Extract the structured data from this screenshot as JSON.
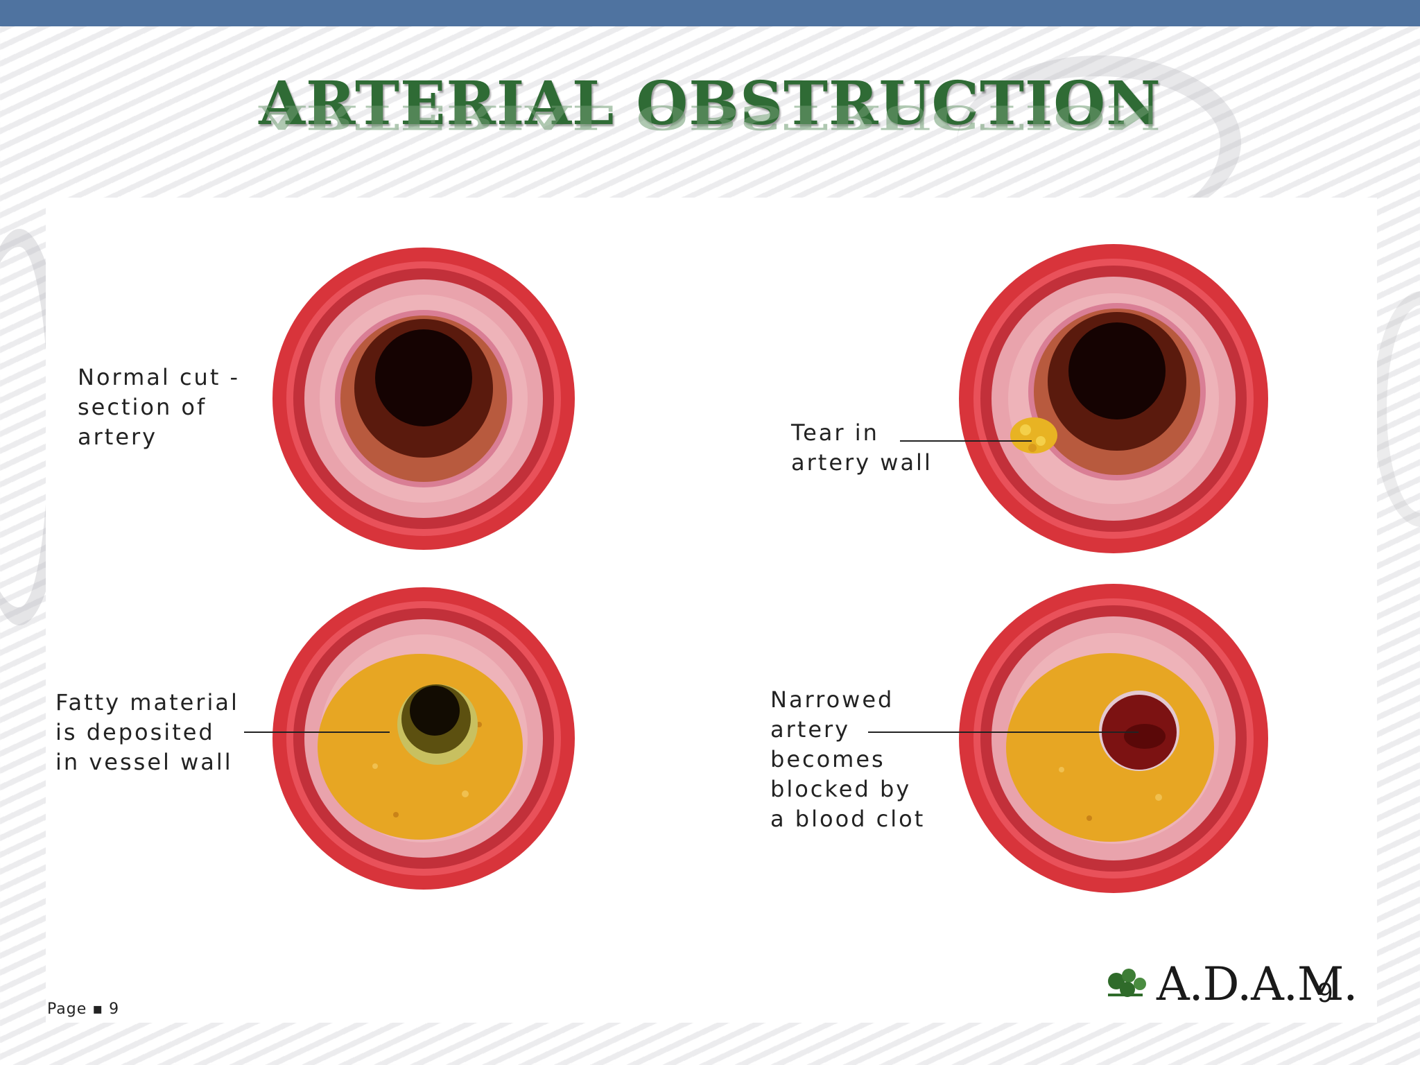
{
  "slide": {
    "title": "ARTERIAL OBSTRUCTION",
    "page_label": "Page ▪ 9",
    "page_number": "9",
    "accent_color": "#4f73a0",
    "title_color": "#2f6b35"
  },
  "figure": {
    "panels": [
      {
        "id": "normal",
        "label": "Normal cut -\nsection of\nartery"
      },
      {
        "id": "tear",
        "label": "Tear in\nartery wall"
      },
      {
        "id": "fatty",
        "label": "Fatty material\nis deposited\nin vessel wall"
      },
      {
        "id": "narrowed",
        "label": "Narrowed\nartery\nbecomes\nblocked by\na blood clot"
      }
    ],
    "credit": "A.D.A.M."
  }
}
